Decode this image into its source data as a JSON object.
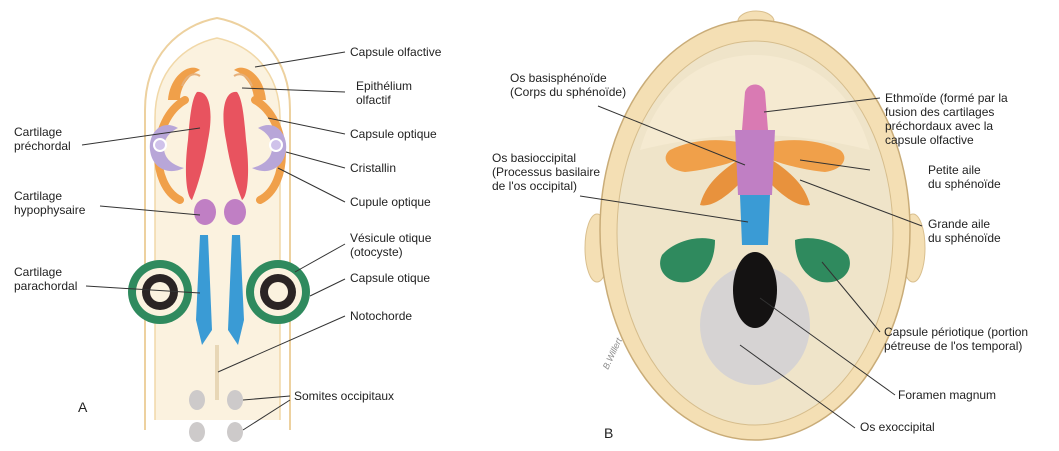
{
  "panel_a": {
    "letter": "A",
    "labels": {
      "capsule_olfactive": "Capsule olfactive",
      "epithelium_1": "Epithélium",
      "epithelium_2": "olfactif",
      "capsule_optique": "Capsule optique",
      "cristallin": "Cristallin",
      "cupule_optique": "Cupule optique",
      "vesicule_1": "Vésicule otique",
      "vesicule_2": "(otocyste)",
      "capsule_otique": "Capsule otique",
      "notochorde": "Notochorde",
      "somites": "Somites occipitaux",
      "prechordal_1": "Cartilage",
      "prechordal_2": "préchordal",
      "hypophysaire_1": "Cartilage",
      "hypophysaire_2": "hypophysaire",
      "parachordal_1": "Cartilage",
      "parachordal_2": "parachordal"
    }
  },
  "panel_b": {
    "letter": "B",
    "signature": "B.Willert",
    "labels": {
      "basisph_1": "Os basisphénoïde",
      "basisph_2": "(Corps du sphénoïde)",
      "basiocc_1": "Os basioccipital",
      "basiocc_2": "(Processus basilaire",
      "basiocc_3": "de l'os occipital)",
      "ethmoide_1": "Ethmoïde (formé par la",
      "ethmoide_2": "fusion des cartilages",
      "ethmoide_3": "préchordaux avec la",
      "ethmoide_4": "capsule olfactive",
      "petite_1": "Petite aile",
      "petite_2": "du sphénoïde",
      "grande_1": "Grande aile",
      "grande_2": "du sphénoïde",
      "periotique_1": "Capsule périotique (portion",
      "periotique_2": "pétreuse de l'os temporal)",
      "foramen": "Foramen magnum",
      "exocc": "Os exoccipital"
    }
  },
  "colors": {
    "red": "#e8535f",
    "pink": "#d97ab3",
    "purple": "#c07fc4",
    "lavender": "#b8a6d8",
    "orange": "#f0a04a",
    "blue": "#3a9bd5",
    "green": "#2f8a5e",
    "dark": "#2b2424",
    "grey": "#c9c6c6",
    "bone": "#efe4c9",
    "skin": "#f4dfb4",
    "outline": "#e9c98f"
  }
}
